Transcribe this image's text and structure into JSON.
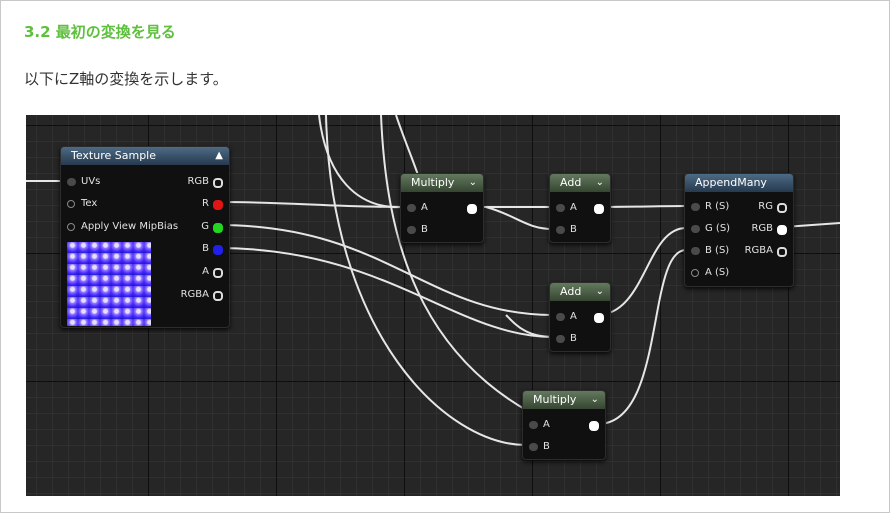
{
  "section": {
    "heading": "3.2 最初の変換を見る",
    "paragraph": "以下にZ軸の変換を示します。"
  },
  "colors": {
    "heading": "#5fbf3f",
    "r_pin": "#e01515",
    "g_pin": "#22d622",
    "b_pin": "#2020e8"
  },
  "nodes": {
    "texture_sample": {
      "title": "Texture Sample",
      "inputs": [
        "UVs",
        "Tex",
        "Apply View MipBias"
      ],
      "outputs": [
        "RGB",
        "R",
        "G",
        "B",
        "A",
        "RGBA"
      ]
    },
    "multiply_1": {
      "title": "Multiply",
      "inputs": [
        "A",
        "B"
      ]
    },
    "add_1": {
      "title": "Add",
      "inputs": [
        "A",
        "B"
      ]
    },
    "add_2": {
      "title": "Add",
      "inputs": [
        "A",
        "B"
      ]
    },
    "multiply_2": {
      "title": "Multiply",
      "inputs": [
        "A",
        "B"
      ]
    },
    "append_many": {
      "title": "AppendMany",
      "inputs": [
        "R (S)",
        "G (S)",
        "B (S)",
        "A (S)"
      ],
      "outputs": [
        "RG",
        "RGB",
        "RGBA"
      ]
    }
  }
}
